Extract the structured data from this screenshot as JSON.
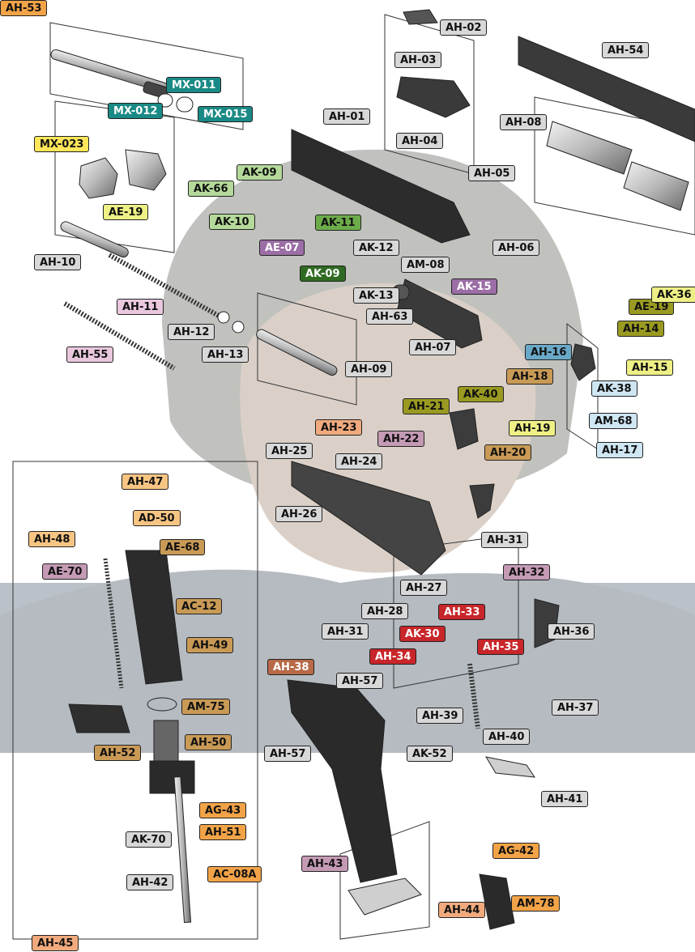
{
  "palette": {
    "grey": "#d8d8d8",
    "teal": "#1a8a86",
    "yellow": "#ffe65a",
    "lightgreen": "#b4d99a",
    "green": "#6cab4a",
    "darkgreen": "#2f6b22",
    "purple": "#9b6ea6",
    "mauve": "#c49ab4",
    "pink": "#e9c8de",
    "olive": "#9a9a22",
    "lightyellow": "#eef086",
    "blue": "#6aa8c7",
    "lightblue": "#cfe6f3",
    "tan": "#c99a56",
    "orange": "#f2a347",
    "lightorange": "#f7c583",
    "salmon": "#f0aa7d",
    "red": "#c8262a",
    "brown": "#b86a48"
  },
  "labels": [
    {
      "code": "AH-02",
      "color": "grey"
    },
    {
      "code": "AH-54",
      "color": "grey"
    },
    {
      "code": "AH-03",
      "color": "grey"
    },
    {
      "code": "MX-011",
      "color": "teal"
    },
    {
      "code": "MX-012",
      "color": "teal"
    },
    {
      "code": "MX-015",
      "color": "teal"
    },
    {
      "code": "AH-01",
      "color": "grey"
    },
    {
      "code": "AH-08",
      "color": "grey"
    },
    {
      "code": "AH-04",
      "color": "grey"
    },
    {
      "code": "MX-023",
      "color": "yellow"
    },
    {
      "code": "AH-05",
      "color": "grey"
    },
    {
      "code": "AK-09",
      "color": "lightgreen"
    },
    {
      "code": "AK-66",
      "color": "lightgreen"
    },
    {
      "code": "AE-19",
      "color": "lightyellow"
    },
    {
      "code": "AK-10",
      "color": "lightgreen"
    },
    {
      "code": "AK-11",
      "color": "green"
    },
    {
      "code": "AE-07",
      "color": "purple"
    },
    {
      "code": "AH-06",
      "color": "grey"
    },
    {
      "code": "AH-10",
      "color": "grey"
    },
    {
      "code": "AK-12",
      "color": "grey"
    },
    {
      "code": "AM-08",
      "color": "grey"
    },
    {
      "code": "AK-09",
      "color": "darkgreen"
    },
    {
      "code": "AK-13",
      "color": "grey"
    },
    {
      "code": "AK-15",
      "color": "purple"
    },
    {
      "code": "AH-11",
      "color": "pink"
    },
    {
      "code": "AH-63",
      "color": "grey"
    },
    {
      "code": "AE-19",
      "color": "olive"
    },
    {
      "code": "AK-36",
      "color": "lightyellow"
    },
    {
      "code": "AH-14",
      "color": "olive"
    },
    {
      "code": "AH-12",
      "color": "grey"
    },
    {
      "code": "AH-13",
      "color": "grey"
    },
    {
      "code": "AH-07",
      "color": "grey"
    },
    {
      "code": "AH-55",
      "color": "pink"
    },
    {
      "code": "AH-16",
      "color": "blue"
    },
    {
      "code": "AH-15",
      "color": "lightyellow"
    },
    {
      "code": "AH-09",
      "color": "grey"
    },
    {
      "code": "AH-18",
      "color": "tan"
    },
    {
      "code": "AK-38",
      "color": "lightblue"
    },
    {
      "code": "AK-40",
      "color": "olive"
    },
    {
      "code": "AH-21",
      "color": "olive"
    },
    {
      "code": "AM-68",
      "color": "lightblue"
    },
    {
      "code": "AH-19",
      "color": "lightyellow"
    },
    {
      "code": "AH-23",
      "color": "salmon"
    },
    {
      "code": "AH-22",
      "color": "mauve"
    },
    {
      "code": "AH-20",
      "color": "tan"
    },
    {
      "code": "AH-17",
      "color": "lightblue"
    },
    {
      "code": "AH-25",
      "color": "grey"
    },
    {
      "code": "AH-24",
      "color": "grey"
    },
    {
      "code": "AH-47",
      "color": "lightorange"
    },
    {
      "code": "AD-50",
      "color": "lightorange"
    },
    {
      "code": "AH-48",
      "color": "lightorange"
    },
    {
      "code": "AH-26",
      "color": "grey"
    },
    {
      "code": "AH-31",
      "color": "grey"
    },
    {
      "code": "AE-68",
      "color": "tan"
    },
    {
      "code": "AE-70",
      "color": "mauve"
    },
    {
      "code": "AH-32",
      "color": "mauve"
    },
    {
      "code": "AH-27",
      "color": "grey"
    },
    {
      "code": "AC-12",
      "color": "tan"
    },
    {
      "code": "AH-28",
      "color": "grey"
    },
    {
      "code": "AH-33",
      "color": "red"
    },
    {
      "code": "AH-31",
      "color": "grey"
    },
    {
      "code": "AK-30",
      "color": "red"
    },
    {
      "code": "AH-36",
      "color": "grey"
    },
    {
      "code": "AH-49",
      "color": "tan"
    },
    {
      "code": "AH-35",
      "color": "red"
    },
    {
      "code": "AH-34",
      "color": "red"
    },
    {
      "code": "AH-38",
      "color": "brown"
    },
    {
      "code": "AH-57",
      "color": "grey"
    },
    {
      "code": "AM-75",
      "color": "tan"
    },
    {
      "code": "AH-37",
      "color": "grey"
    },
    {
      "code": "AH-39",
      "color": "grey"
    },
    {
      "code": "AH-52",
      "color": "tan"
    },
    {
      "code": "AH-50",
      "color": "tan"
    },
    {
      "code": "AH-40",
      "color": "grey"
    },
    {
      "code": "AH-57",
      "color": "grey"
    },
    {
      "code": "AK-52",
      "color": "grey"
    },
    {
      "code": "AH-41",
      "color": "grey"
    },
    {
      "code": "AG-43",
      "color": "orange"
    },
    {
      "code": "AK-70",
      "color": "grey"
    },
    {
      "code": "AH-51",
      "color": "orange"
    },
    {
      "code": "AG-42",
      "color": "orange"
    },
    {
      "code": "AH-43",
      "color": "mauve"
    },
    {
      "code": "AH-42",
      "color": "grey"
    },
    {
      "code": "AC-08A",
      "color": "orange"
    },
    {
      "code": "AM-78",
      "color": "orange"
    },
    {
      "code": "AH-44",
      "color": "salmon"
    },
    {
      "code": "AH-45",
      "color": "salmon"
    },
    {
      "code": "AH-53",
      "color": "orange"
    }
  ]
}
